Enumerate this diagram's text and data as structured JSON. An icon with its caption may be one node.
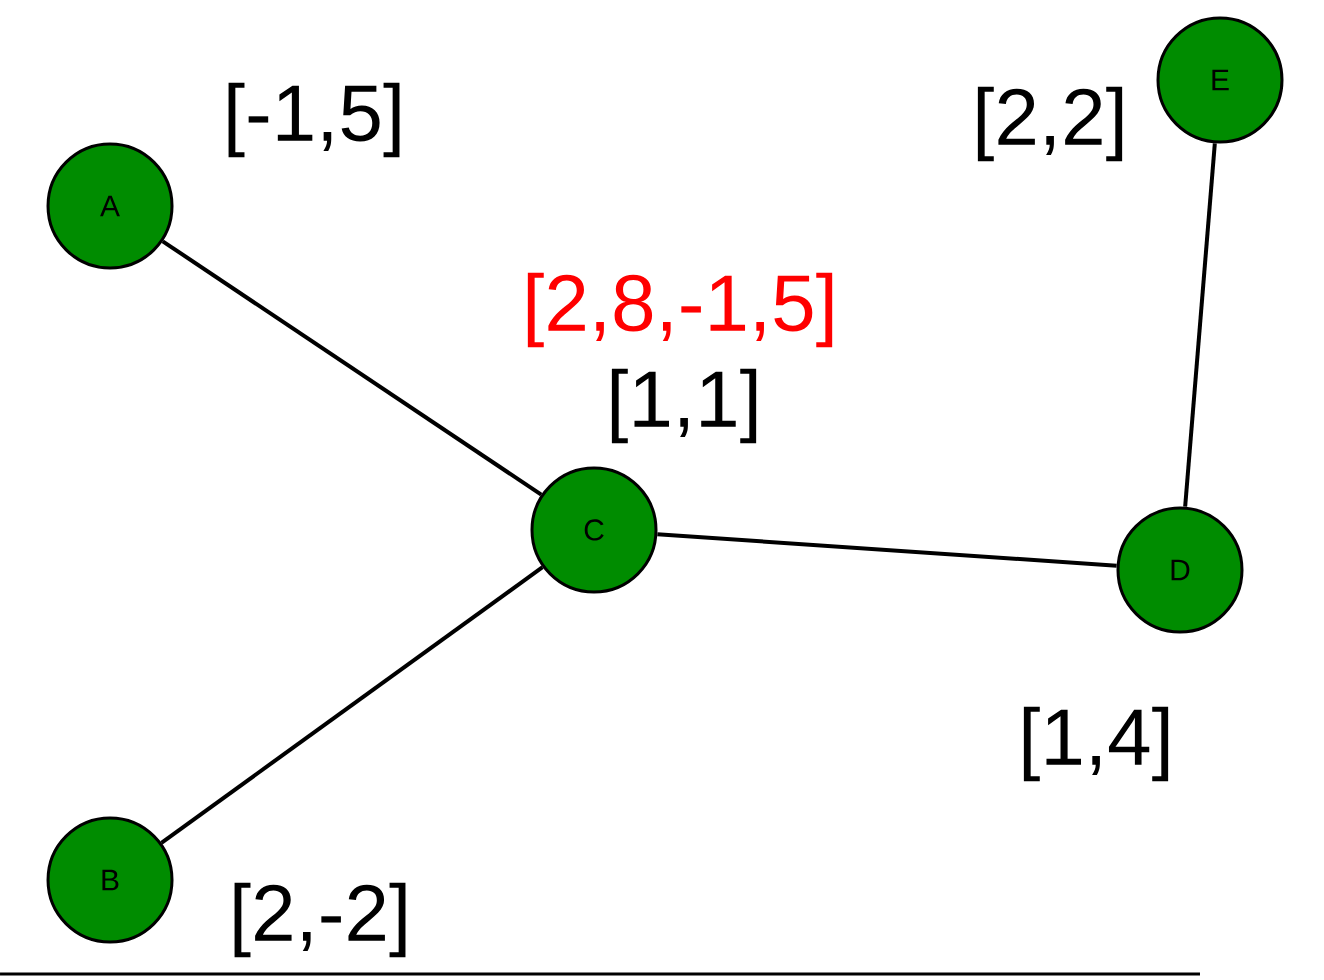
{
  "diagram": {
    "nodes": [
      {
        "text": [
          "A"
        ],
        "beside": [
          "[-1,5]"
        ]
      },
      {
        "text": [
          "E"
        ],
        "beside": [
          "[2,2]"
        ]
      },
      {
        "text": [
          "C"
        ],
        "beside": [
          "[2,8,-1,5]",
          "[1,1]"
        ]
      },
      {
        "text": [
          "D"
        ],
        "beside": [
          "[1,4]"
        ]
      },
      {
        "text": [
          "B"
        ],
        "beside": [
          "[2,-2]"
        ]
      }
    ],
    "edges": [
      {
        "from": 0,
        "to": 2,
        "arrow": "none"
      },
      {
        "from": 4,
        "to": 2,
        "arrow": "none"
      },
      {
        "from": 2,
        "to": 3,
        "arrow": "none"
      },
      {
        "from": 3,
        "to": 1,
        "arrow": "none"
      }
    ]
  }
}
